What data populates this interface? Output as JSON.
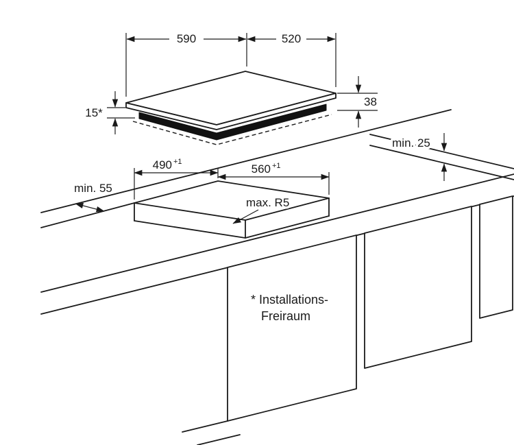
{
  "dimension_labels": {
    "hob_width": "590",
    "hob_depth": "520",
    "hob_build_in_height": "38",
    "clearance_below": "15*",
    "cutout_depth_value": "490",
    "cutout_depth_tolerance": "+1",
    "cutout_width_value": "560",
    "cutout_width_tolerance": "+1",
    "corner_radius": "max. R5",
    "min_distance_front": "min. 55",
    "min_distance_back": "min. 25"
  },
  "notes": {
    "installation_clearance_line1": "* Installations-",
    "installation_clearance_line2": "Freiraum"
  },
  "colors": {
    "line": "#1a1a1a",
    "hob_body_fill": "#111111",
    "background": "#ffffff"
  }
}
